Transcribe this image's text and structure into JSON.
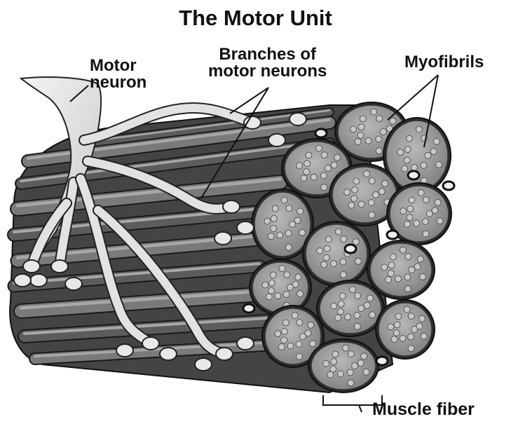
{
  "title": "The Motor Unit",
  "labels": {
    "motor_neuron": [
      "Motor",
      "neuron"
    ],
    "branches": [
      "Branches of",
      "motor neurons"
    ],
    "myofibrils": "Myofibrils",
    "muscle_fiber": "Muscle fiber"
  },
  "colors": {
    "outline": "#1a1a1a",
    "neuron": "#dcdcdc",
    "fiber_dark": "#3a3a3a",
    "fiber_mid": "#6e6e6e",
    "fascicle": "#9a9a9a",
    "myofibril": "#bdbdbd"
  }
}
